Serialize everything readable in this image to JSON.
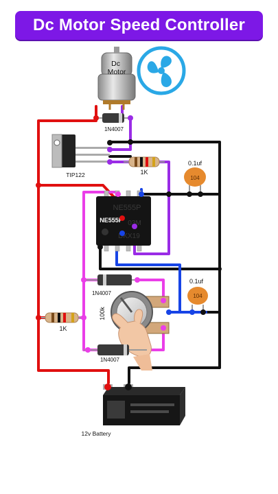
{
  "title": "Dc Motor Speed Controller",
  "components": {
    "motor_label": "Dc\nMotor",
    "diode_top_label": "1N4007",
    "transistor_label": "TIP122",
    "resistor_top_label": "1K",
    "cap_top_value": "0.1uf",
    "cap_top_code": "104",
    "ic_label": "NE555P",
    "ic_marking_1": "NE555P",
    "ic_marking_2": "03M",
    "ic_marking_3": "DKX19",
    "cap_mid_value": "0.1uf",
    "cap_mid_code": "104",
    "diode_mid_label": "1N4007",
    "pot_label": "100k",
    "resistor_left_label": "1K",
    "diode_bottom_label": "1N4007",
    "battery_label": "12v Battery"
  },
  "colors": {
    "title_bg": "#7d18e6",
    "wire_red": "#e01010",
    "wire_black": "#111111",
    "wire_purple": "#9a2ce6",
    "wire_magenta": "#ea3ee8",
    "wire_blue": "#1744e6",
    "fan_blue": "#2aa8e6"
  },
  "icons": [
    "fan-icon",
    "motor-icon",
    "hand-icon"
  ]
}
